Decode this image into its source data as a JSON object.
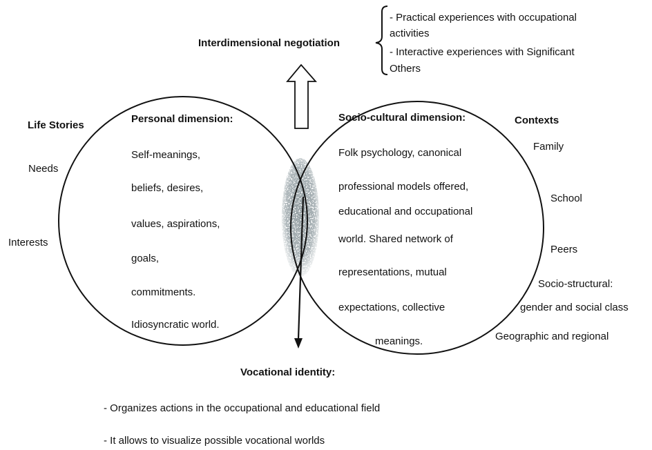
{
  "negotiation": {
    "title": "Interdimensional negotiation",
    "items": [
      "- Practical experiences with occupational",
      "activities",
      "- Interactive experiences with Significant",
      "Others"
    ]
  },
  "left": {
    "heading": "Life Stories",
    "items": [
      "Needs",
      "Interests"
    ]
  },
  "personal": {
    "title": "Personal dimension:",
    "lines": [
      "Self-meanings,",
      "beliefs, desires,",
      "values, aspirations,",
      "goals,",
      "commitments.",
      "Idiosyncratic world."
    ]
  },
  "sociocultural": {
    "title": "Socio-cultural dimension:",
    "lines": [
      "Folk psychology, canonical",
      "professional models offered,",
      "educational and occupational",
      "world. Shared network of",
      "representations, mutual",
      "expectations, collective",
      "meanings."
    ]
  },
  "contexts": {
    "heading": "Contexts",
    "items": [
      "Family",
      "School",
      "Peers",
      "Socio-structural:",
      "gender and social class",
      "Geographic and regional"
    ]
  },
  "vocational": {
    "title": "Vocational identity:",
    "items": [
      "- Organizes actions in the occupational and educational field",
      "- It allows to visualize possible vocational worlds"
    ]
  },
  "colors": {
    "stroke": "#111111",
    "overlap_fill": "#9aa4a8"
  }
}
